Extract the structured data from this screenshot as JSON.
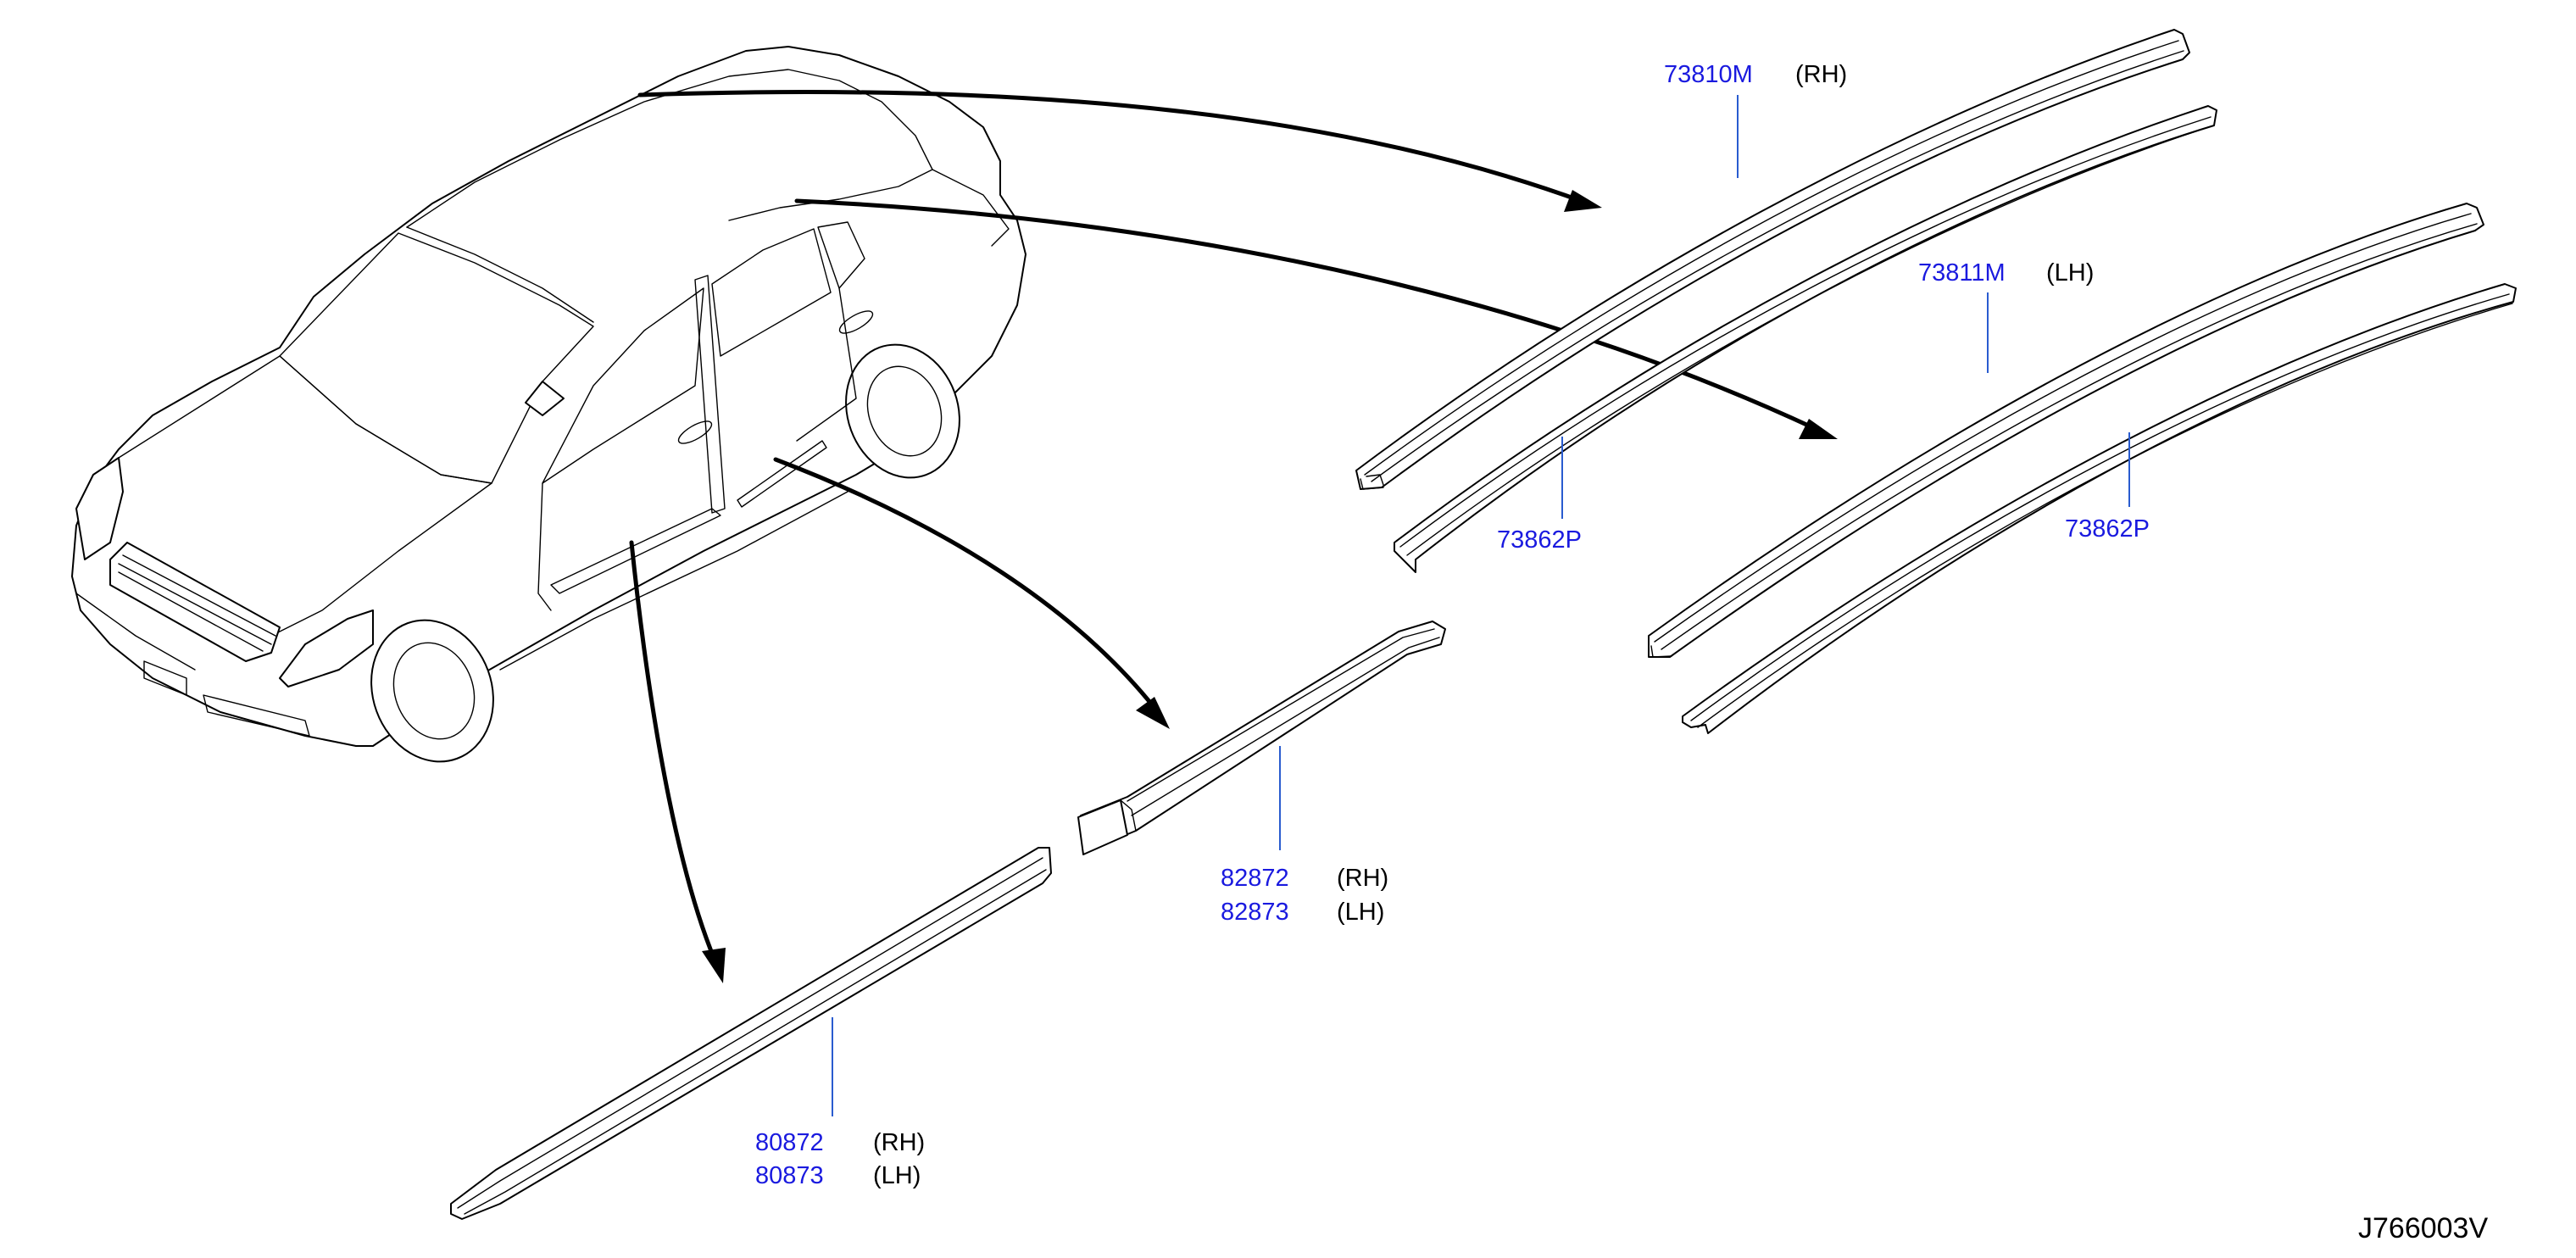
{
  "colors": {
    "part_number": "#1a1adf",
    "leader_line": "#2a5ccf",
    "line_art": "#000000",
    "background": "#ffffff"
  },
  "callouts": {
    "roof_rh": {
      "part_no": "73810M",
      "side": "(RH)"
    },
    "roof_lh": {
      "part_no": "73811M",
      "side": "(LH)"
    },
    "clip_rh": {
      "part_no": "73862P"
    },
    "clip_lh": {
      "part_no": "73862P"
    },
    "rear_door_rh": {
      "part_no": "82872",
      "side": "(RH)"
    },
    "rear_door_lh": {
      "part_no": "82873",
      "side": "(LH)"
    },
    "front_door_rh": {
      "part_no": "80872",
      "side": "(RH)"
    },
    "front_door_lh": {
      "part_no": "80873",
      "side": "(LH)"
    }
  },
  "diagram_code": "J766003V"
}
